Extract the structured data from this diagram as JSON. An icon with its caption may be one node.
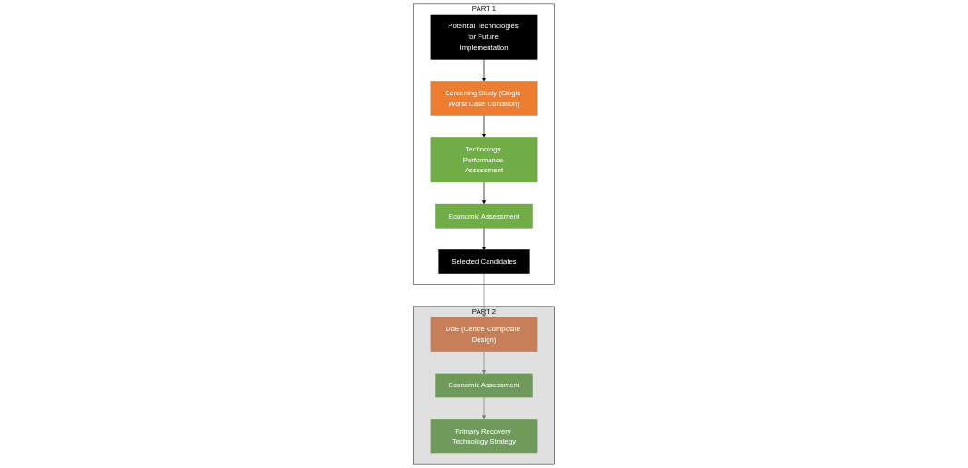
{
  "diagram": {
    "nodes": [
      {
        "text": [
          "PART 1"
        ]
      },
      {
        "text": [
          "Potential Technologies for Future Implementation"
        ],
        "in": 0
      },
      {
        "text": [
          "Screening Study (Single Worst Case Condition)"
        ],
        "in": 0
      },
      {
        "text": [
          "Technology Performance Assessment"
        ],
        "in": 0
      },
      {
        "text": [
          "Economic Assessment"
        ],
        "in": 0
      },
      {
        "text": [
          "Selected Candidates"
        ],
        "in": 0
      },
      {
        "text": [
          "PART 2"
        ]
      },
      {
        "text": [
          "DoE (Centre Composite Design)"
        ],
        "in": 6
      },
      {
        "text": [
          "Economic Assessment"
        ],
        "in": 6
      },
      {
        "text": [
          "Primary Recovery Technology Strategy"
        ],
        "in": 6
      }
    ],
    "edges": [
      {
        "from": 1,
        "to": 2,
        "arrow": "to"
      },
      {
        "from": 2,
        "to": 3,
        "arrow": "to"
      },
      {
        "from": 3,
        "to": 4,
        "arrow": "to"
      },
      {
        "from": 4,
        "to": 5,
        "arrow": "to"
      },
      {
        "from": 5,
        "to": 7,
        "arrow": "to",
        "color": "#7f7f7f"
      },
      {
        "from": 7,
        "to": 8,
        "arrow": "to",
        "color": "#7f7f7f"
      },
      {
        "from": 8,
        "to": 9,
        "arrow": "to",
        "color": "#7f7f7f"
      }
    ]
  }
}
